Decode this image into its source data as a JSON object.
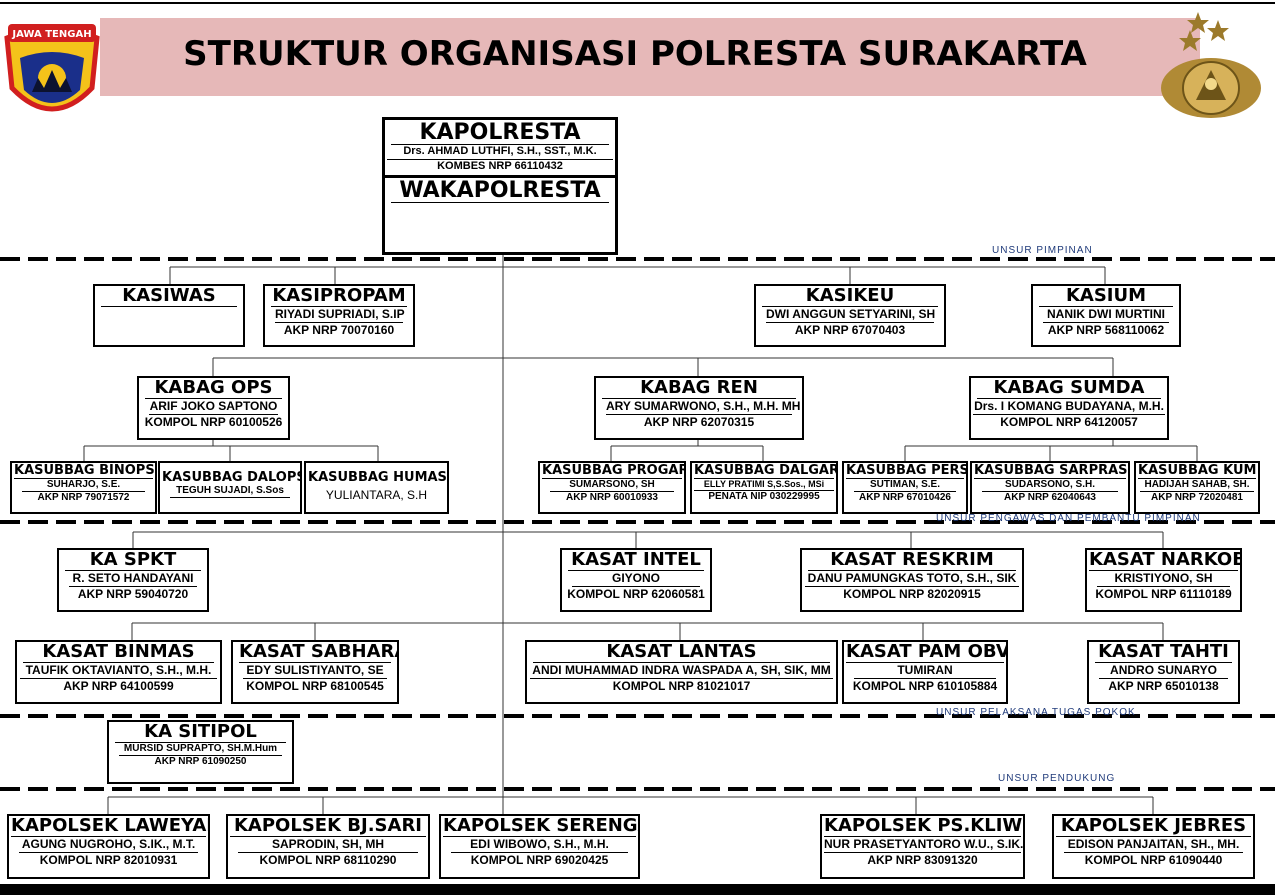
{
  "header": {
    "title": "STRUKTUR ORGANISASI POLRESTA SURAKARTA",
    "badge_left_text": "JAWA TENGAH"
  },
  "colors": {
    "title_band": "#e6b8b8",
    "section_label": "#1f3a7a",
    "badge_blue": "#1a2f8a",
    "badge_red": "#d11f1f",
    "badge_yellow": "#f4c21a"
  },
  "icons": {
    "left": "jawa-tengah-police-badge-icon",
    "right": "polri-emblem-icon"
  },
  "sections": {
    "pimpinan": "UNSUR PIMPINAN",
    "pengawas": "UNSUR PENGAWAS DAN PEMBANTU  PIMPINAN",
    "pelaksana": "UNSUR PELAKSANA TUGAS POKOK",
    "pendukung": "UNSUR PENDUKUNG"
  },
  "kapolresta": {
    "title": "KAPOLRESTA",
    "name": "Drs. AHMAD LUTHFI, S.H., SST., M.K.",
    "rank": "KOMBES NRP 66110432"
  },
  "wakapolresta": {
    "title": "WAKAPOLRESTA"
  },
  "kasiwas": {
    "title": "KASIWAS"
  },
  "kasipropam": {
    "title": "KASIPROPAM",
    "name": "RIYADI SUPRIADI, S.IP",
    "rank": "AKP NRP 70070160"
  },
  "kasikeu": {
    "title": "KASIKEU",
    "name": "DWI ANGGUN SETYARINI, SH",
    "rank": "AKP NRP 67070403"
  },
  "kasium": {
    "title": "KASIUM",
    "name": "NANIK DWI MURTINI",
    "rank": "AKP NRP 568110062"
  },
  "kabag_ops": {
    "title": "KABAG  OPS",
    "name": "ARIF JOKO SAPTONO",
    "rank": "KOMPOL NRP 60100526"
  },
  "kabag_ren": {
    "title": "KABAG  REN",
    "name": "ARY SUMARWONO, S.H., M.H. MH",
    "rank": "AKP NRP 62070315"
  },
  "kabag_sumda": {
    "title": "KABAG  SUMDA",
    "name": "Drs. I KOMANG BUDAYANA, M.H.",
    "rank": "KOMPOL NRP 64120057"
  },
  "kasubbag_binops": {
    "title": "KASUBBAG BINOPS",
    "name": "SUHARJO, S.E.",
    "rank": "AKP NRP 79071572"
  },
  "kasubbag_dalops": {
    "title": "KASUBBAG DALOPS",
    "name": "TEGUH SUJADI, S.Sos"
  },
  "kasubbag_humas": {
    "title": "KASUBBAG HUMAS",
    "name": "YULIANTARA, S.H"
  },
  "kasubbag_progar": {
    "title": "KASUBBAG PROGAR",
    "name": "SUMARSONO, SH",
    "rank": "AKP NRP  60010933"
  },
  "kasubbag_dalgar": {
    "title": "KASUBBAG DALGAR",
    "name": "ELLY PRATIMI S,S.Sos., MSi",
    "rank": "PENATA NIP 030229995"
  },
  "kasubbag_pers": {
    "title": "KASUBBAG PERS",
    "name": "SUTIMAN, S.E.",
    "rank": "AKP NRP 67010426"
  },
  "kasubbag_sarpras": {
    "title": "KASUBBAG SARPRAS",
    "name": "SUDARSONO, S.H.",
    "rank": "AKP NRP 62040643"
  },
  "kasubbag_kum": {
    "title": "KASUBBAG KUM",
    "name": "HADIJAH SAHAB, SH.",
    "rank": "AKP NRP 72020481"
  },
  "ka_spkt": {
    "title": "KA SPKT",
    "name": "R. SETO HANDAYANI",
    "rank": "AKP NRP 59040720"
  },
  "kasat_intel": {
    "title": "KASAT INTEL",
    "name": "GIYONO",
    "rank": "KOMPOL NRP 62060581"
  },
  "kasat_reskrim": {
    "title": "KASAT RESKRIM",
    "name": "DANU PAMUNGKAS TOTO, S.H., SIK",
    "rank": "KOMPOL NRP 82020915"
  },
  "kasat_narkoba": {
    "title": "KASAT NARKOBA",
    "name": "KRISTIYONO, SH",
    "rank": "KOMPOL NRP 61110189"
  },
  "kasat_binmas": {
    "title": "KASAT BINMAS",
    "name": "TAUFIK OKTAVIANTO, S.H., M.H.",
    "rank": "AKP NRP 64100599"
  },
  "kasat_sabhara": {
    "title": "KASAT SABHARA",
    "name": "EDY SULISTIYANTO, SE",
    "rank": "KOMPOL NRP 68100545"
  },
  "kasat_lantas": {
    "title": "KASAT LANTAS",
    "name": "ANDI MUHAMMAD INDRA WASPADA A, SH, SIK, MM",
    "rank": "KOMPOL NRP 81021017"
  },
  "kasat_pam_obvit": {
    "title": "KASAT PAM OBVIT",
    "name": "TUMIRAN",
    "rank": "KOMPOL NRP 610105884"
  },
  "kasat_tahti": {
    "title": "KASAT TAHTI",
    "name": "ANDRO SUNARYO",
    "rank": "AKP NRP 65010138"
  },
  "ka_sitipol": {
    "title": "KA SITIPOL",
    "name": "MURSID SUPRAPTO, SH.M.Hum",
    "rank": "AKP NRP 61090250"
  },
  "kapolsek_laweyan": {
    "title": "KAPOLSEK LAWEYAN",
    "name": "AGUNG NUGROHO, S.IK., M.T.",
    "rank": "KOMPOL NRP 82010931"
  },
  "kapolsek_bjsari": {
    "title": "KAPOLSEK BJ.SARI",
    "name": "SAPRODIN, SH, MH",
    "rank": "KOMPOL NRP 68110290"
  },
  "kapolsek_serengan": {
    "title": "KAPOLSEK SERENGAN",
    "name": "EDI WIBOWO, S.H., M.H.",
    "rank": "KOMPOL NRP 69020425"
  },
  "kapolsek_pskliwon": {
    "title": "KAPOLSEK PS.KLIWON",
    "name": "NUR PRASETYANTORO W.U., S.IK.",
    "rank": "AKP NRP 83091320"
  },
  "kapolsek_jebres": {
    "title": "KAPOLSEK JEBRES",
    "name": "EDISON PANJAITAN, SH., MH.",
    "rank": "KOMPOL NRP 61090440"
  }
}
